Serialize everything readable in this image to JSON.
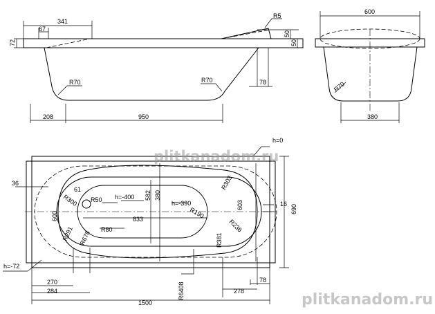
{
  "side_view": {
    "dims": {
      "d341": "341",
      "d67": "67",
      "d72": "72",
      "r5": "R5",
      "d50a": "50",
      "d50b": "50",
      "r70_left": "R70",
      "r70_right": "R70",
      "d78": "78",
      "d208": "208",
      "d950": "950"
    }
  },
  "end_view": {
    "dims": {
      "d600": "600",
      "r70": "R70",
      "d380": "380"
    }
  },
  "plan_view": {
    "dims": {
      "h0": "h=0",
      "d36": "36",
      "r303": "R303",
      "d61": "61",
      "r300": "R300",
      "r50": "R50",
      "h400": "h=-400",
      "d582": "582",
      "d380": "380",
      "h390": "h=-390",
      "d603": "603",
      "d16": "16",
      "d690": "690",
      "d600": "600",
      "d833": "833",
      "r190": "R190",
      "r80": "R80",
      "r236": "R236",
      "r291": "R291",
      "r678": "R678",
      "r381": "R381",
      "h72": "h=-72",
      "d78": "78",
      "d270": "270",
      "d284": "284",
      "r6408": "R6408",
      "d278": "278",
      "d1500": "1500"
    }
  },
  "watermarks": {
    "center": "plitkanadom.ru",
    "corner": "plitkanadom.ru"
  }
}
